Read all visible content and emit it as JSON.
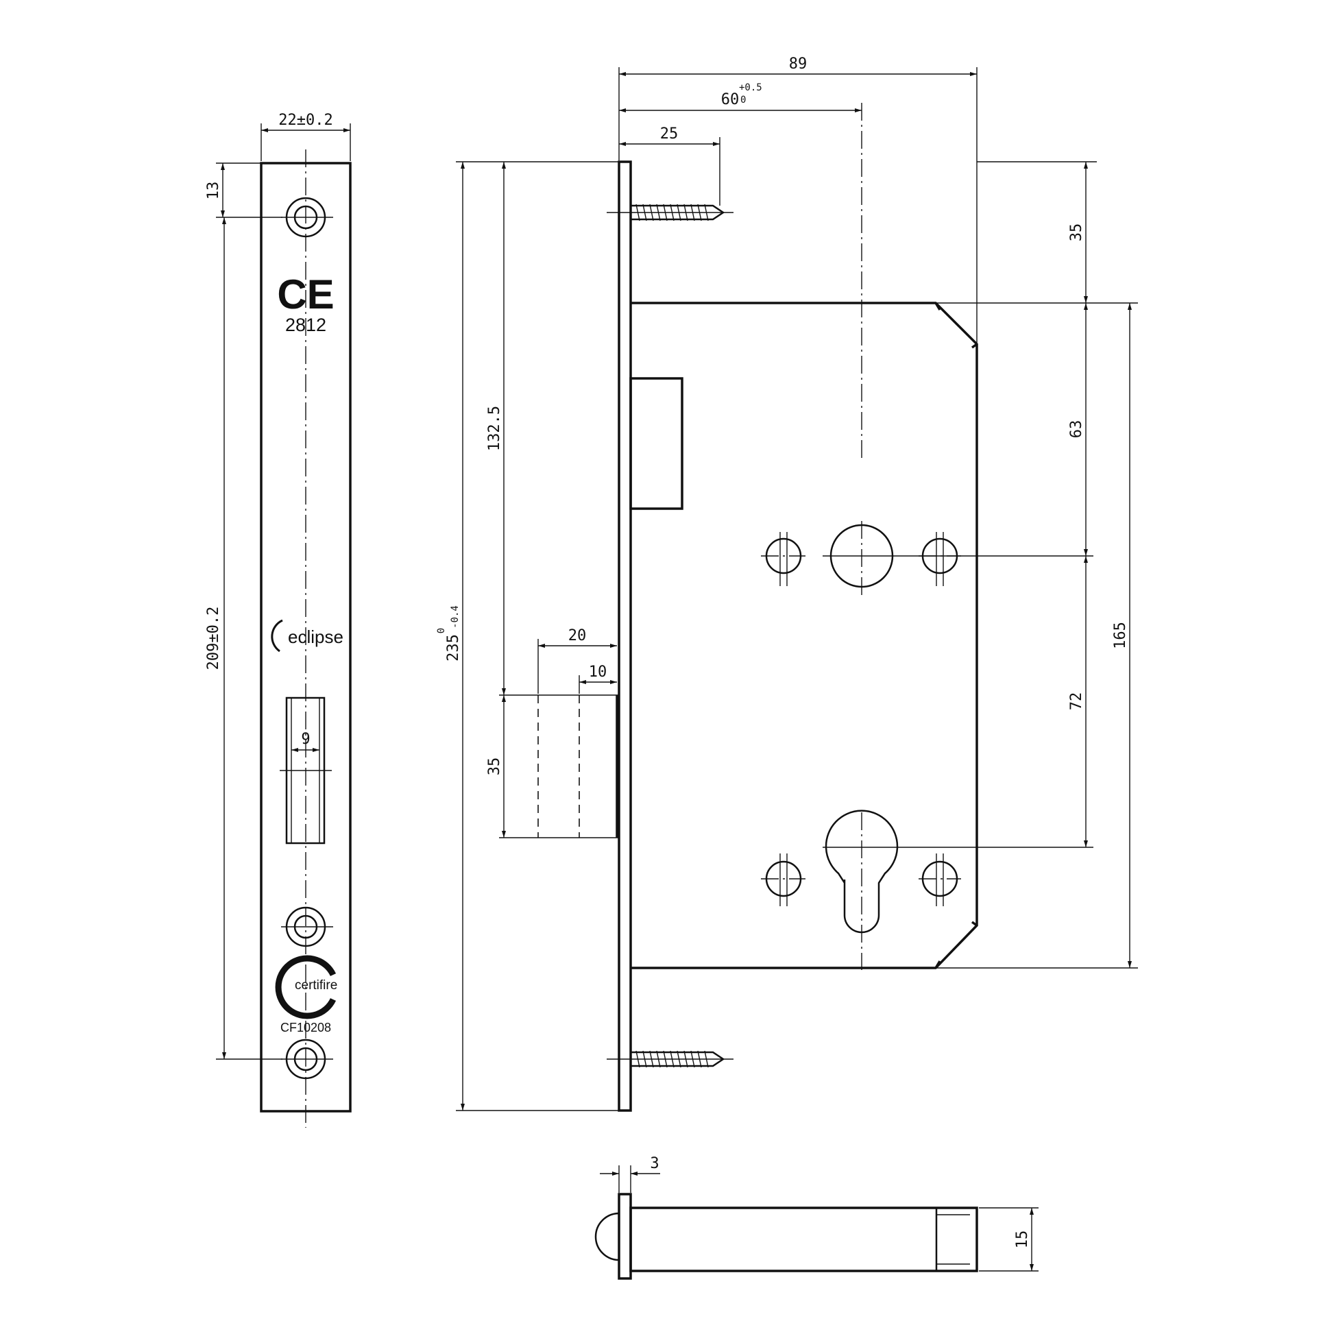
{
  "faceplate": {
    "ce_mark": "CE",
    "ce_number": "2812",
    "brand": "eclipse",
    "certifire_label": "certifire",
    "certifire_number": "CF10208"
  },
  "dimensions": {
    "faceplate_width": "22±0.2",
    "top_hole_offset": "13",
    "hole_spacing": "209±0.2",
    "slot_width": "9",
    "overall_depth": "89",
    "backset": "60",
    "backset_tol_upper": "+0.5",
    "backset_tol_lower": "0",
    "screw_length": "25",
    "latch_height_from_top": "132.5",
    "overall_height": "235",
    "overall_height_tol_upper": "0",
    "overall_height_tol_lower": "-0.4",
    "latch_throw": "20",
    "latch_step": "10",
    "latch_height": "35",
    "top_to_case": "35",
    "case_to_handle": "63",
    "handle_to_cylinder": "72",
    "case_height": "165",
    "plate_thickness": "3",
    "bolt_thickness": "15"
  }
}
